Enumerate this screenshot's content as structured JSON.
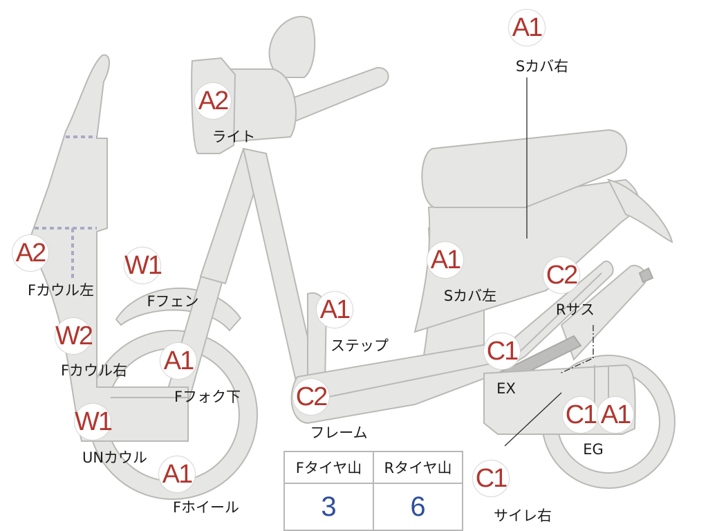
{
  "badges": [
    {
      "id": "a1-sc-right",
      "code": "A1"
    },
    {
      "id": "a2-light",
      "code": "A2"
    },
    {
      "id": "a2-fcowl-left",
      "code": "A2"
    },
    {
      "id": "w1-ffender",
      "code": "W1"
    },
    {
      "id": "w2-fcowl-right",
      "code": "W2"
    },
    {
      "id": "a1-ffork",
      "code": "A1"
    },
    {
      "id": "w1-uncowl",
      "code": "W1"
    },
    {
      "id": "a1-fwheel",
      "code": "A1"
    },
    {
      "id": "a1-step",
      "code": "A1"
    },
    {
      "id": "c2-frame",
      "code": "C2"
    },
    {
      "id": "a1-sc-left",
      "code": "A1"
    },
    {
      "id": "c2-rsus",
      "code": "C2"
    },
    {
      "id": "c1-ex",
      "code": "C1"
    },
    {
      "id": "c1-eg",
      "code": "C1"
    },
    {
      "id": "a1-eg",
      "code": "A1"
    },
    {
      "id": "c1-muffler-right",
      "code": "C1"
    }
  ],
  "labels": [
    {
      "id": "sc-right",
      "text": "Sカバ右"
    },
    {
      "id": "light",
      "text": "ライト"
    },
    {
      "id": "fcowl-left",
      "text": "Fカウル左"
    },
    {
      "id": "ffender",
      "text": "Fフェン"
    },
    {
      "id": "fcowl-right",
      "text": "Fカウル右"
    },
    {
      "id": "ffork",
      "text": "Fフォク下"
    },
    {
      "id": "uncowl",
      "text": "UNカウル"
    },
    {
      "id": "fwheel",
      "text": "Fホイール"
    },
    {
      "id": "step",
      "text": "ステップ"
    },
    {
      "id": "frame",
      "text": "フレーム"
    },
    {
      "id": "sc-left",
      "text": "Sカバ左"
    },
    {
      "id": "rsus",
      "text": "Rサス"
    },
    {
      "id": "ex",
      "text": "EX"
    },
    {
      "id": "eg",
      "text": "EG"
    },
    {
      "id": "muffler-right",
      "text": "サイレ右"
    }
  ],
  "tread_table": {
    "headers": [
      "Fタイヤ山",
      "Rタイヤ山"
    ],
    "values": [
      "3",
      "6"
    ]
  },
  "colors": {
    "part_fill": "#e6e6e4",
    "part_outline": "#b9b9b6",
    "badge_text": "#b1362f",
    "value_text": "#2e4f9c"
  }
}
